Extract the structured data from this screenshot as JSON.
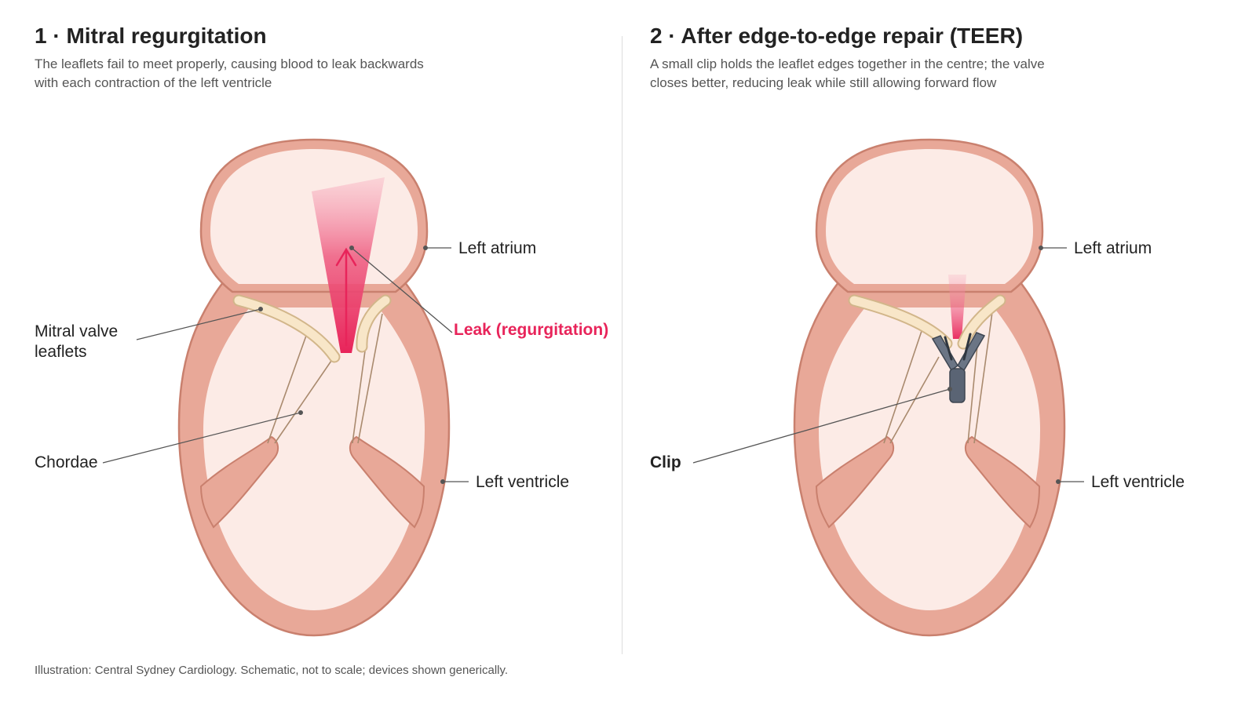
{
  "panels": [
    {
      "title": "1 · Mitral regurgitation",
      "description": [
        "The leaflets fail to meet properly, causing blood to leak backwards",
        "with each contraction of the left ventricle"
      ],
      "labels": {
        "left_atrium": "Left atrium",
        "leak": "Leak (regurgitation)",
        "mitral_leaflets": [
          "Mitral valve",
          "leaflets"
        ],
        "chordae": "Chordae",
        "left_ventricle": "Left ventricle"
      }
    },
    {
      "title": "2 · After edge-to-edge repair (TEER)",
      "description": [
        "A small clip holds the leaflet edges together in the centre; the valve",
        "closes better, reducing leak while still allowing forward flow"
      ],
      "labels": {
        "left_atrium": "Left atrium",
        "clip": "Clip",
        "left_ventricle": "Left ventricle"
      }
    }
  ],
  "credit": "Illustration: Central Sydney Cardiology. Schematic, not to scale; devices shown generically.",
  "colors": {
    "heart_wall": "#e8a898",
    "heart_wall_stroke": "#c9806e",
    "chamber": "#fcebe6",
    "leaflet": "#f8e6c8",
    "leaflet_stroke": "#d2b68a",
    "chordae": "#a98a6e",
    "leak": "#e8245a",
    "clip": "#5a6474",
    "divider": "#dddddd"
  }
}
